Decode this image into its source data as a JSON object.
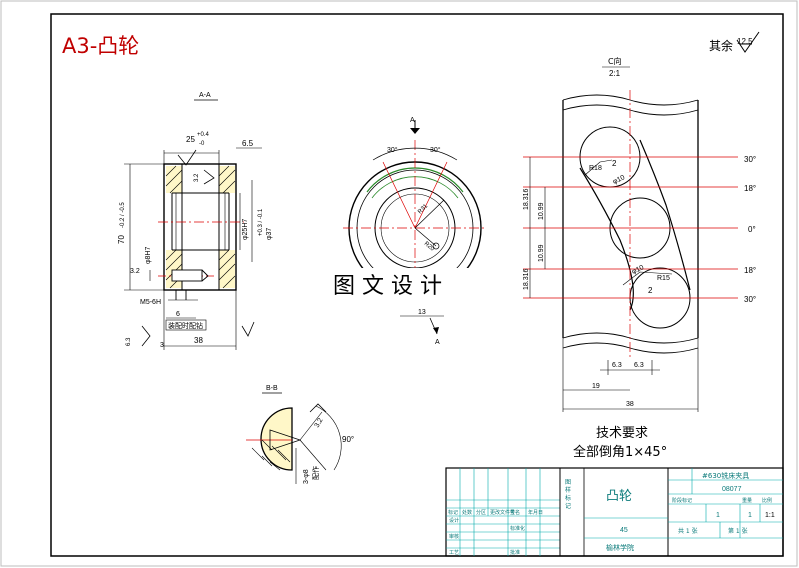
{
  "sheet_title": "A3-凸轮",
  "roughness_note": "其余",
  "roughness_value": "12.5",
  "watermark": "图 文 设 计",
  "views": {
    "section_aa": {
      "label": "A-A",
      "dim_top": "25",
      "dim_top_tol_upper": "+0.4",
      "dim_top_tol_lower": "-0",
      "dim_right_top": "6.5",
      "dim_left": "70",
      "dim_left_tol": "-0.2 / -0.5",
      "dim_bore": "φ25H7",
      "dim_outer": "φ37",
      "dim_outer_tol": "+0.3 / -0.1",
      "dim_hole": "φ8H7",
      "dim_small_a": "3.2",
      "dim_small_b": "6",
      "dim_small_c": "3",
      "dim_bottom": "38",
      "thread": "M5-6H",
      "rough_a": "3.2",
      "rough_b": "6.3",
      "note_small": "装配时配钻"
    },
    "front_view": {
      "arrow_label": "A",
      "arrow_label_bottom": "A",
      "angle_left": "30°",
      "angle_right": "30°",
      "radius_a": "R31",
      "radius_b": "R20",
      "bottom_dim": "13"
    },
    "view_c": {
      "label": "C向",
      "scale": "2:1",
      "angles": [
        "30°",
        "18°",
        "0°",
        "18°",
        "30°"
      ],
      "dims_left": [
        "18.316",
        "10.99",
        "10.99",
        "18.316"
      ],
      "r_top": "R18",
      "r_top_dia": "φ10",
      "r_bottom": "R15",
      "r_bottom_dia": "φ10",
      "num_top": "2",
      "num_bottom": "2",
      "dim_b1": "6.3",
      "dim_b2": "6.3",
      "dim_b3": "19",
      "dim_b4": "38"
    },
    "section_bb": {
      "label": "B-B",
      "angle": "90°",
      "dim": "3.2",
      "dim_vertical": "3-φ8",
      "dim_vertical_b": "配作"
    }
  },
  "technical_requirements": {
    "heading": "技术要求",
    "line1": "全部倒角1×45°"
  },
  "title_block": {
    "part_name": "凸轮",
    "company": "#630铣床夹具",
    "drawing_no": "08077",
    "material": "45",
    "scale": "1:1",
    "sheet_count": "1",
    "qty": "1",
    "school": "榆林学院",
    "left_labels": [
      "标记",
      "处数",
      "分区",
      "更改文件号",
      "签名",
      "年月日"
    ],
    "row_labels": [
      "设计",
      "审核",
      "工艺"
    ],
    "mid_labels": [
      "标准化",
      "批准"
    ],
    "right_labels": [
      "阶段标记",
      "重量",
      "比例"
    ],
    "sheet_labels": [
      "共 1 张",
      "第 1 张"
    ],
    "col_marks": [
      "图",
      "样",
      "标",
      "记"
    ]
  }
}
